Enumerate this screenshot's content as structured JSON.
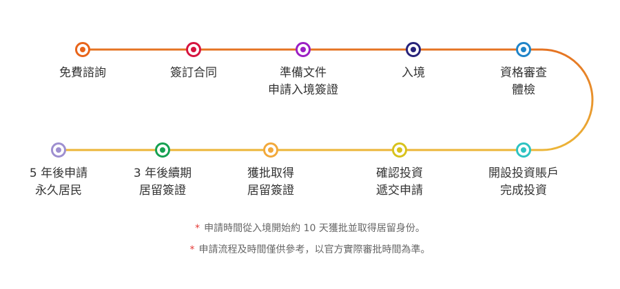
{
  "steps": [
    {
      "lines": [
        "免費諮詢"
      ],
      "color": "#e8641a"
    },
    {
      "lines": [
        "簽訂合同"
      ],
      "color": "#d6143f"
    },
    {
      "lines": [
        "準備文件",
        "申請入境簽證"
      ],
      "color": "#9b1fc4"
    },
    {
      "lines": [
        "入境"
      ],
      "color": "#27227a"
    },
    {
      "lines": [
        "資格審查",
        "體檢"
      ],
      "color": "#1f84c8"
    },
    {
      "lines": [
        "開設投資賬戶",
        "完成投資"
      ],
      "color": "#2ec3c2"
    },
    {
      "lines": [
        "確認投資",
        "遞交申請"
      ],
      "color": "#d8c21c"
    },
    {
      "lines": [
        "獲批取得",
        "居留簽證"
      ],
      "color": "#f2a93b"
    },
    {
      "lines": [
        "3 年後續期",
        "居留簽證"
      ],
      "color": "#16a152"
    },
    {
      "lines": [
        "5 年後申請",
        "永久居民"
      ],
      "color": "#9e8fd0"
    }
  ],
  "track_colors": {
    "top": "#e57322",
    "bottom": "#ecb538"
  },
  "notes": {
    "marker": "*",
    "line1": "申請時間從入境開始約 10 天獲批並取得居留身份。",
    "line2": "申請流程及時間僅供參考，以官方實際審批時間為準。"
  }
}
